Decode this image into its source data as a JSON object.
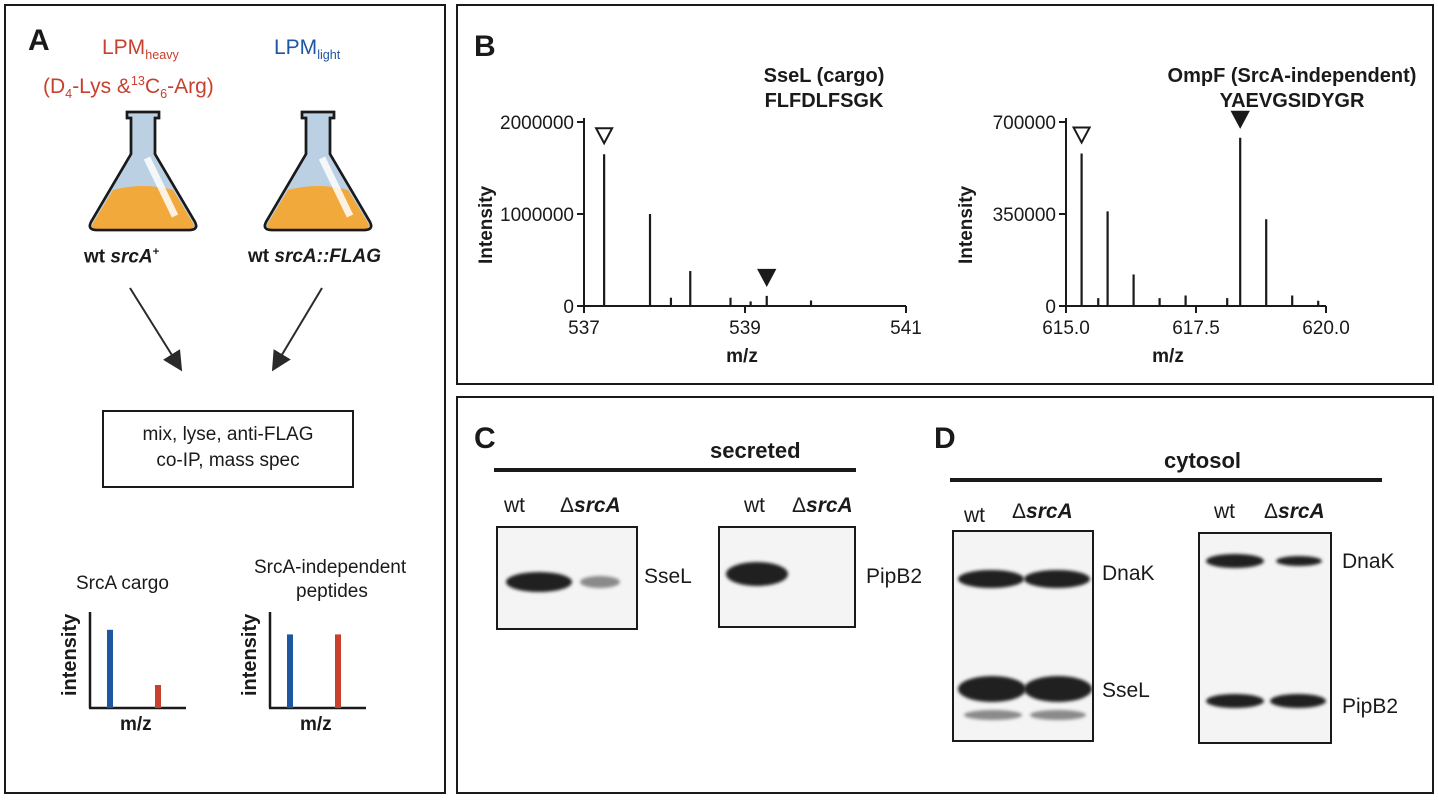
{
  "panel_a": {
    "letter": "A",
    "heavy_label": "LPM",
    "heavy_sub": "heavy",
    "heavy_iso_prefix": "(D",
    "heavy_iso_d": "4",
    "heavy_iso_mid": "-Lys &",
    "heavy_iso_13": "13",
    "heavy_iso_c": "C",
    "heavy_iso_6": "6",
    "heavy_iso_end": "-Arg)",
    "light_label": "LPM",
    "light_sub": "light",
    "strain_left_wt": "wt",
    "strain_left_gene": "srcA",
    "strain_left_sup": "+",
    "strain_right_wt": "wt",
    "strain_right_gene": "srcA::FLAG",
    "process_line1": "mix, lyse, anti-FLAG",
    "process_line2": "co-IP, mass spec",
    "cargo_title": "SrcA cargo",
    "indep_title_line1": "SrcA-independent",
    "indep_title_line2": "peptides",
    "ylabel": "intensity",
    "xlabel": "m/z",
    "colors": {
      "heavy": "#c8402e",
      "light": "#1f56a0",
      "flask_liquid": "#f2a93b",
      "flask_glass": "#bcd0e4"
    }
  },
  "panel_b": {
    "letter": "B"
  },
  "panel_c": {
    "letter": "C",
    "header": "secreted",
    "lane_wt": "wt",
    "lane_delta": "Δ",
    "lane_gene": "srcA",
    "band_ssel": "SseL",
    "band_pipb2": "PipB2"
  },
  "panel_d": {
    "letter": "D",
    "header": "cytosol",
    "lane_wt": "wt",
    "lane_delta": "Δ",
    "lane_gene": "srcA",
    "band_dnak": "DnaK",
    "band_ssel": "SseL",
    "band_pipb2": "PipB2"
  },
  "chart_data": [
    {
      "type": "bar",
      "title": "SseL (cargo)",
      "subtitle": "FLFDLFSGK",
      "xlabel": "m/z",
      "ylabel": "Intensity",
      "xlim": [
        537,
        541
      ],
      "ylim": [
        0,
        2000000
      ],
      "xticks": [
        "537",
        "539",
        "541"
      ],
      "yticks": [
        "0",
        "1000000",
        "2000000"
      ],
      "peaks": [
        {
          "x": 537.25,
          "y": 1650000
        },
        {
          "x": 537.82,
          "y": 1000000
        },
        {
          "x": 538.08,
          "y": 90000
        },
        {
          "x": 538.32,
          "y": 380000
        },
        {
          "x": 538.82,
          "y": 90000
        },
        {
          "x": 539.07,
          "y": 50000
        },
        {
          "x": 539.27,
          "y": 110000
        },
        {
          "x": 539.82,
          "y": 60000
        }
      ],
      "markers": [
        {
          "x": 537.25,
          "fill": "open"
        },
        {
          "x": 539.27,
          "fill": "filled"
        }
      ]
    },
    {
      "type": "bar",
      "title": "OmpF (SrcA-independent)",
      "subtitle": "YAEVGSIDYGR",
      "xlabel": "m/z",
      "ylabel": "Intensity",
      "xlim": [
        615.0,
        620.0
      ],
      "ylim": [
        0,
        700000
      ],
      "xticks": [
        "615.0",
        "617.5",
        "620.0"
      ],
      "yticks": [
        "0",
        "350000",
        "700000"
      ],
      "peaks": [
        {
          "x": 615.3,
          "y": 580000
        },
        {
          "x": 615.62,
          "y": 30000
        },
        {
          "x": 615.8,
          "y": 360000
        },
        {
          "x": 616.3,
          "y": 120000
        },
        {
          "x": 616.8,
          "y": 30000
        },
        {
          "x": 617.3,
          "y": 40000
        },
        {
          "x": 618.1,
          "y": 30000
        },
        {
          "x": 618.35,
          "y": 640000
        },
        {
          "x": 618.85,
          "y": 330000
        },
        {
          "x": 619.35,
          "y": 40000
        },
        {
          "x": 619.85,
          "y": 20000
        }
      ],
      "markers": [
        {
          "x": 615.3,
          "fill": "open"
        },
        {
          "x": 618.35,
          "fill": "filled"
        }
      ]
    },
    {
      "type": "bar",
      "title": "",
      "xlabel": "m/z",
      "ylabel": "intensity",
      "categories": [
        "light",
        "heavy"
      ],
      "values": [
        0.85,
        0.25
      ],
      "colors": [
        "#1f56a0",
        "#c8402e"
      ],
      "ylim": [
        0,
        1
      ]
    },
    {
      "type": "bar",
      "title": "",
      "xlabel": "m/z",
      "ylabel": "intensity",
      "categories": [
        "light",
        "heavy"
      ],
      "values": [
        0.8,
        0.8
      ],
      "colors": [
        "#1f56a0",
        "#c8402e"
      ],
      "ylim": [
        0,
        1
      ]
    }
  ]
}
